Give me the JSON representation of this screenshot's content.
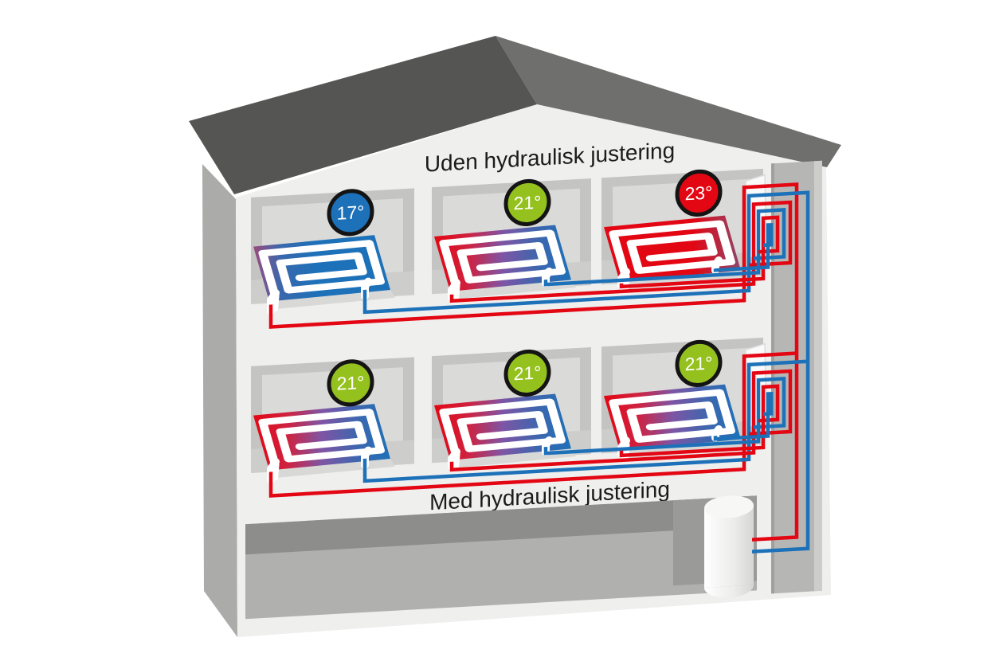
{
  "illustration": {
    "titles": {
      "top": "Uden hydraulisk justering",
      "bottom": "Med hydraulisk justering"
    },
    "floors": [
      {
        "name": "upper",
        "scenario": "Uden hydraulisk justering",
        "rooms": [
          {
            "temp": "17°",
            "badge_color": "#1d71b8"
          },
          {
            "temp": "21°",
            "badge_color": "#95c11f"
          },
          {
            "temp": "23°",
            "badge_color": "#e30613"
          }
        ]
      },
      {
        "name": "lower",
        "scenario": "Med hydraulisk justering",
        "rooms": [
          {
            "temp": "21°",
            "badge_color": "#95c11f"
          },
          {
            "temp": "21°",
            "badge_color": "#95c11f"
          },
          {
            "temp": "21°",
            "badge_color": "#95c11f"
          }
        ]
      }
    ],
    "colors": {
      "pipe_red": "#e30613",
      "pipe_blue": "#1d71b8",
      "badge_green": "#95c11f",
      "badge_blue": "#1d71b8",
      "badge_red": "#e30613",
      "roof_left": "#555554",
      "roof_right": "#6f6f6e",
      "wall_front": "#efefee",
      "wall_side": "#ababaa",
      "niche_frame": "#c4c4c3",
      "niche_panel": "#dadad9",
      "niche_floor": "#cdcdcc",
      "basement_floor": "#b0b0af",
      "basement_shadow": "#8d8d8c",
      "channel": "#b6b6b5",
      "title_text": "#1b1b1b"
    }
  }
}
